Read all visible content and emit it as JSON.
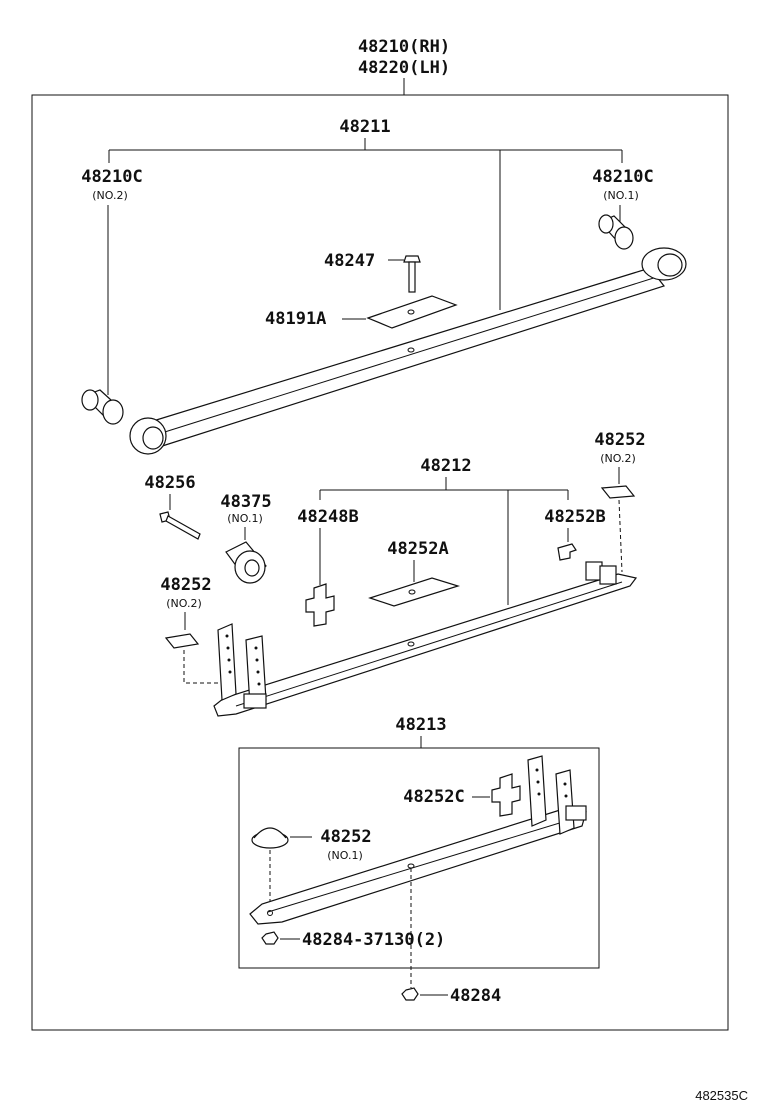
{
  "assembly": {
    "rh": "48210(RH)",
    "lh": "48220(LH)"
  },
  "leaf_no1": "48211",
  "bushing_no2": {
    "number": "48210C",
    "note": "(NO.2)"
  },
  "bushing_no1": {
    "number": "48210C",
    "note": "(NO.1)"
  },
  "bolt_48247": "48247",
  "plate_48191a": "48191A",
  "leaf_no2": "48212",
  "insulator_48252_no2_top": {
    "number": "48252",
    "note": "(NO.2)"
  },
  "bolt_48256": "48256",
  "bushing_48375": {
    "number": "48375",
    "note": "(NO.1)"
  },
  "clip_48248b": "48248B",
  "insulator_48252a": "48252A",
  "insulator_48252b": "48252B",
  "insulator_48252_no2_left": {
    "number": "48252",
    "note": "(NO.2)"
  },
  "leaf_no3": "48213",
  "insulator_48252c": "48252C",
  "insulator_48252_no1": {
    "number": "48252",
    "note": "(NO.1)"
  },
  "nut_48284_37130": "48284-37130(2)",
  "nut_48284": "48284",
  "diagram_ref": "482535C"
}
